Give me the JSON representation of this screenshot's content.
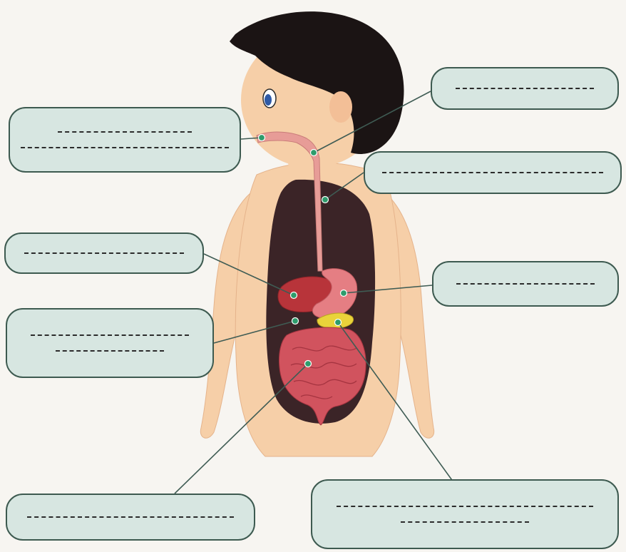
{
  "colors": {
    "background": "#f7f5f1",
    "box_fill": "#d7e6e1",
    "box_border": "#3d5a50",
    "skin": "#f6cfa8",
    "hair": "#1b1414",
    "body_cavity": "#3b2427",
    "esophagus": "#e79c97",
    "liver": "#b8343a",
    "stomach": "#e57e83",
    "pancreas": "#e9d33a",
    "intestine": "#d1535e",
    "marker": "#2e9c6c"
  },
  "labels": [
    {
      "id": "mouth",
      "blank_lines": 2
    },
    {
      "id": "pharynx",
      "blank_lines": 1
    },
    {
      "id": "esophagus",
      "blank_lines": 1
    },
    {
      "id": "liver",
      "blank_lines": 1
    },
    {
      "id": "stomach",
      "blank_lines": 1
    },
    {
      "id": "small-intestine",
      "blank_lines": 2
    },
    {
      "id": "large-intestine",
      "blank_lines": 1
    },
    {
      "id": "pancreas-anus",
      "blank_lines": 2
    }
  ]
}
